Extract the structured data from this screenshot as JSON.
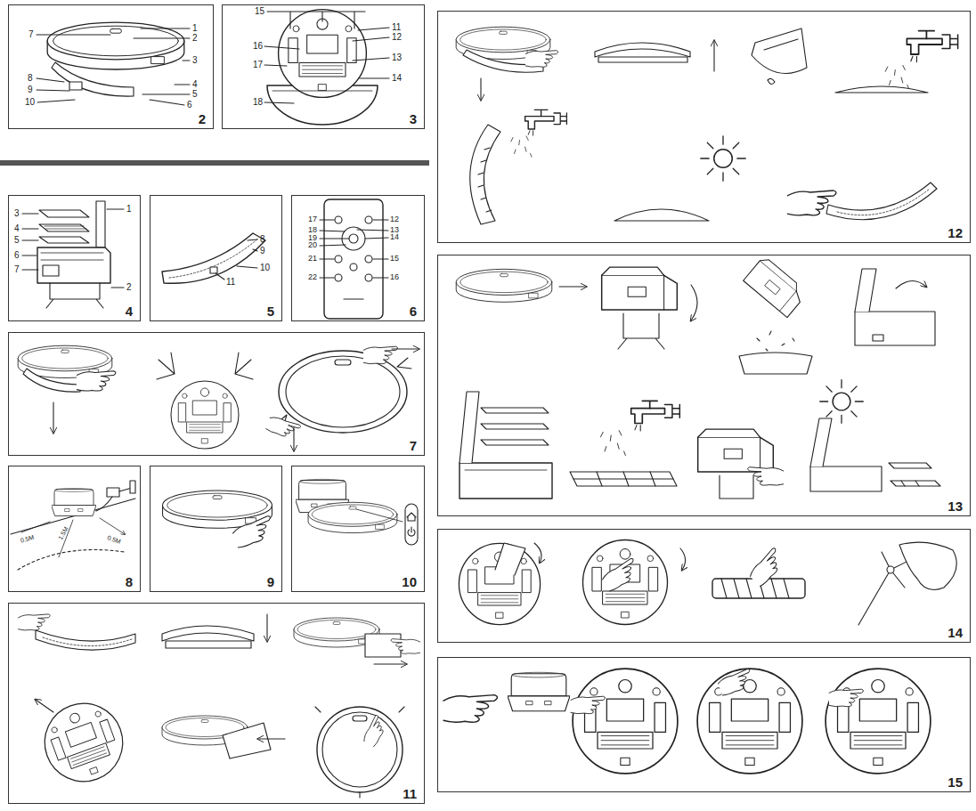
{
  "diagram": {
    "nodes": [
      {
        "text": [
          "2"
        ]
      },
      {
        "text": [
          "3"
        ]
      },
      {
        "text": [
          "4"
        ]
      },
      {
        "text": [
          "5"
        ]
      },
      {
        "text": [
          "6"
        ]
      },
      {
        "text": [
          "7"
        ]
      },
      {
        "text": [
          "8"
        ]
      },
      {
        "text": [
          "9"
        ]
      },
      {
        "text": [
          "10"
        ]
      },
      {
        "text": [
          "11"
        ]
      },
      {
        "text": [
          "12"
        ]
      },
      {
        "text": [
          "13"
        ]
      },
      {
        "text": [
          "14"
        ]
      },
      {
        "text": [
          "15"
        ]
      }
    ],
    "labels": [
      "7",
      "1",
      "2",
      "3",
      "8",
      "4",
      "9",
      "5",
      "10",
      "6",
      "15",
      "11",
      "12",
      "16",
      "13",
      "17",
      "14",
      "18",
      "3",
      "1",
      "4",
      "5",
      "6",
      "7",
      "2",
      "8",
      "9",
      "10",
      "11",
      "17",
      "12",
      "18",
      "13",
      "19",
      "14",
      "20",
      "21",
      "15",
      "22",
      "16",
      "0.5M",
      "1.5M",
      "0.5M"
    ]
  }
}
